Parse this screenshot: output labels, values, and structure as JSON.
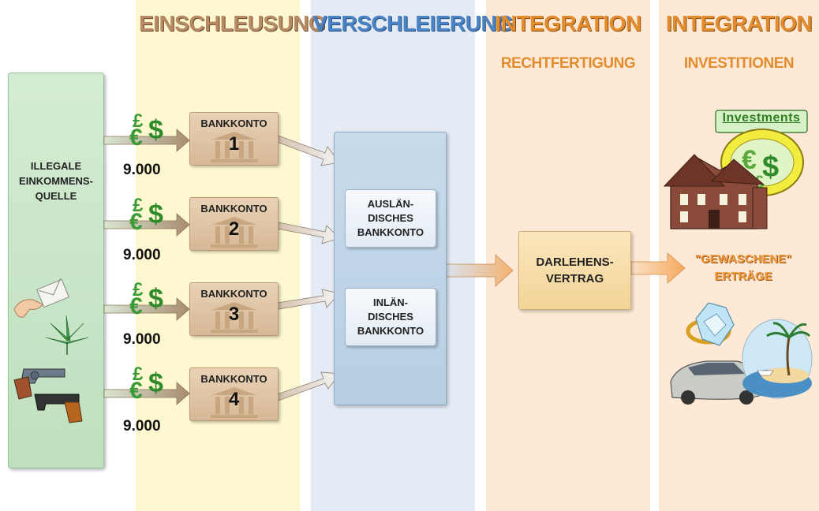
{
  "columns": {
    "placement": {
      "title": "EINSCHLEUSUNG",
      "color": "#b88a64"
    },
    "layering": {
      "title": "VERSCHLEIERUNG",
      "color": "#4b83c4"
    },
    "integration_a": {
      "title": "INTEGRATION",
      "subtitle": "RECHTFERTIGUNG",
      "color": "#e38c2e"
    },
    "integration_b": {
      "title": "INTEGRATION",
      "subtitle": "INVESTITIONEN",
      "color": "#e38c2e"
    }
  },
  "source": {
    "label": "ILLEGALE\nEINKOMMENS-\nQUELLE"
  },
  "accounts": [
    {
      "label": "BANKKONTO",
      "number": "1",
      "amount": "9.000"
    },
    {
      "label": "BANKKONTO",
      "number": "2",
      "amount": "9.000"
    },
    {
      "label": "BANKKONTO",
      "number": "3",
      "amount": "9.000"
    },
    {
      "label": "BANKKONTO",
      "number": "4",
      "amount": "9.000"
    }
  ],
  "layering_boxes": {
    "foreign": "AUSLÄN-\nDISCHES\nBANKKONTO",
    "domestic": "INLÄN-\nDISCHES\nBANKKONTO"
  },
  "loan": {
    "label": "DARLEHENS-\nVERTRAG"
  },
  "result": {
    "label": "\"GEWASCHENE\"\nERTRÄGE"
  },
  "investments_sign": "Investments",
  "currency_symbols": [
    "£",
    "€",
    "$"
  ],
  "icons": [
    "cash-envelope-icon",
    "cannabis-leaf-icon",
    "revolver-icon",
    "pistol-icon",
    "money-bag-icon",
    "house-icon",
    "diamond-ring-icon",
    "sports-car-icon",
    "island-icon",
    "bank-building-icon"
  ],
  "colors": {
    "band_yellow": "#fdf8cf",
    "band_blue": "#e4ebf5",
    "band_orange": "#fde9d6",
    "source_green": "#c7e6c7",
    "arrow_brown": "#b39377",
    "arrow_orange": "#f7b97d",
    "euro_green": "#37a62f"
  }
}
